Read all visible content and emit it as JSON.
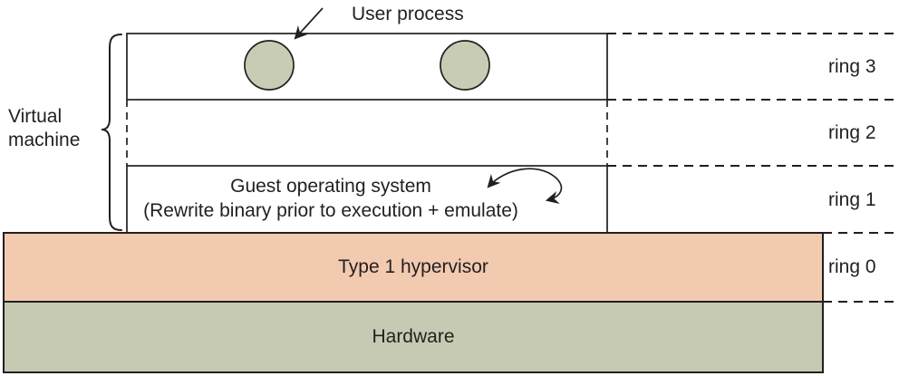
{
  "diagram": {
    "user_process_label": "User process",
    "virtual_machine_label": "Virtual machine",
    "guest_os": {
      "title": "Guest operating system",
      "subtitle": "(Rewrite binary prior to execution + emulate)"
    },
    "hypervisor_label": "Type 1 hypervisor",
    "hardware_label": "Hardware",
    "rings": [
      {
        "label": "ring 3"
      },
      {
        "label": "ring 2"
      },
      {
        "label": "ring 1"
      },
      {
        "label": "ring 0"
      }
    ],
    "colors": {
      "user_process_fill": "#c9ccb4",
      "hypervisor_fill": "#f2caaf",
      "hardware_fill": "#c6cab2",
      "row_fill": "#ffffff",
      "line": "#231f20"
    }
  }
}
